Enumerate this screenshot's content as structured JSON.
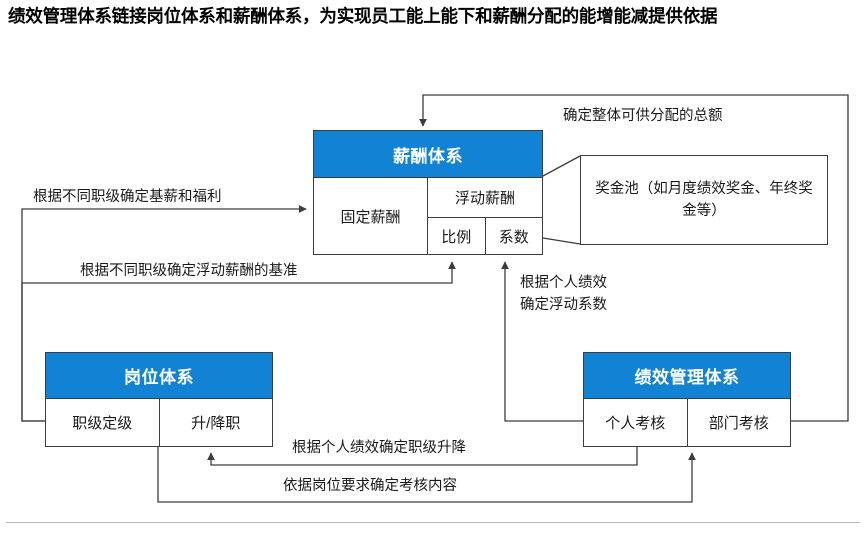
{
  "title": "绩效管理体系链接岗位体系和薪酬体系，为实现员工能上能下和薪酬分配的能增能减提供依据",
  "colors": {
    "header_blue": "#1283d4",
    "line": "#3d3d3d",
    "text": "#1a1a1a",
    "background": "#ffffff"
  },
  "nodes": {
    "salary": {
      "header": "薪酬体系",
      "fixed": "固定薪酬",
      "variable": "浮动薪酬",
      "ratio": "比例",
      "coefficient": "系数"
    },
    "position": {
      "header": "岗位体系",
      "cells": [
        "职级定级",
        "升/降职"
      ]
    },
    "performance": {
      "header": "绩效管理体系",
      "cells": [
        "个人考核",
        "部门考核"
      ]
    },
    "bonus_pool": {
      "text": "奖金池（如月度绩效奖金、年终奖金等）"
    }
  },
  "edges": {
    "base_salary": "根据不同职级确定基薪和福利",
    "variable_base": "根据不同职级确定浮动薪酬的基准",
    "total_amount": "确定整体可供分配的总额",
    "coefficient_line1": "根据个人绩效",
    "coefficient_line2": "确定浮动系数",
    "promotion": "根据个人绩效确定职级升降",
    "assessment_content": "依据岗位要求确定考核内容"
  }
}
